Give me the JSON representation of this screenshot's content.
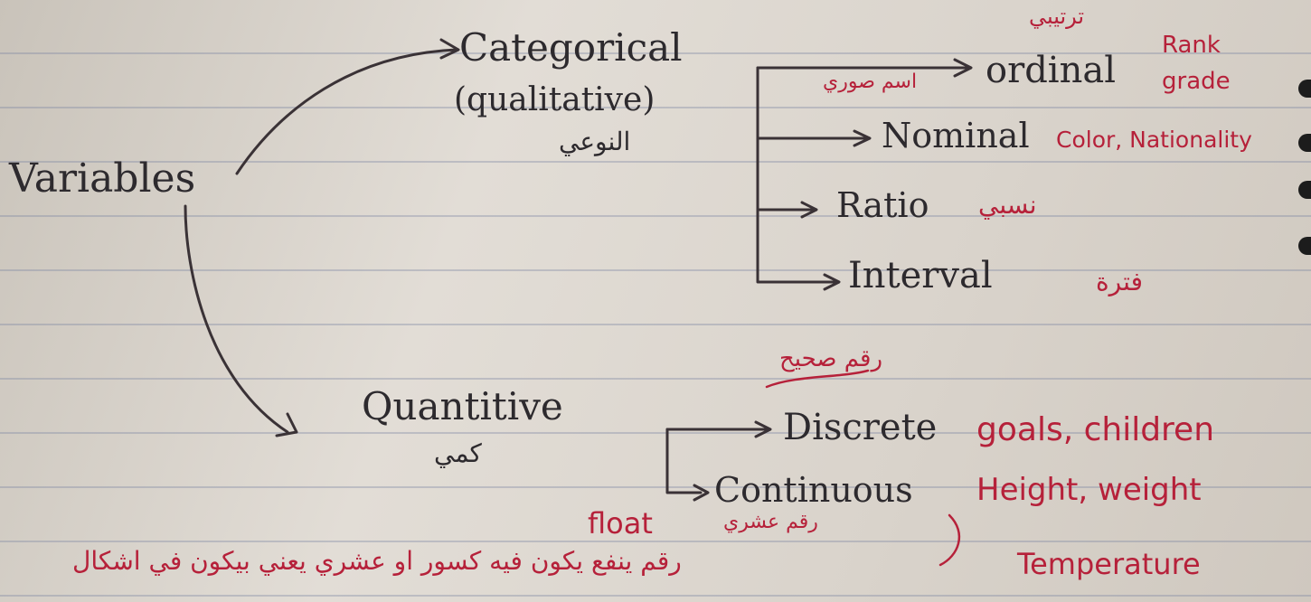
{
  "notes": {
    "root": "Variables",
    "categorical": {
      "title": "Categorical",
      "subtitle": "(qualitative)",
      "arabic": "النوعي"
    },
    "quantitative": {
      "title": "Quantitive",
      "arabic": "كمي"
    },
    "ordinal": {
      "label": "ordinal",
      "arabic_top": "ترتيبي",
      "arabic_note": "اسم صوري",
      "example": "Rank grade"
    },
    "nominal": {
      "label": "Nominal",
      "example": "Color, Nationality"
    },
    "ratio": {
      "label": "Ratio",
      "arabic": "نسبي"
    },
    "interval": {
      "label": "Interval",
      "arabic": "فترة"
    },
    "discrete": {
      "label": "Discrete",
      "arabic": "رقم صحيح",
      "example": "goals, children"
    },
    "continuous": {
      "label": "Continuous",
      "float": "float",
      "arabic_top": "رقم عشري",
      "example": "Height, weight",
      "example2": "Temperature",
      "arabic_note": "رقم ينفع يكون فيه كسور او عشري يعني بيكون في اشكال"
    }
  }
}
